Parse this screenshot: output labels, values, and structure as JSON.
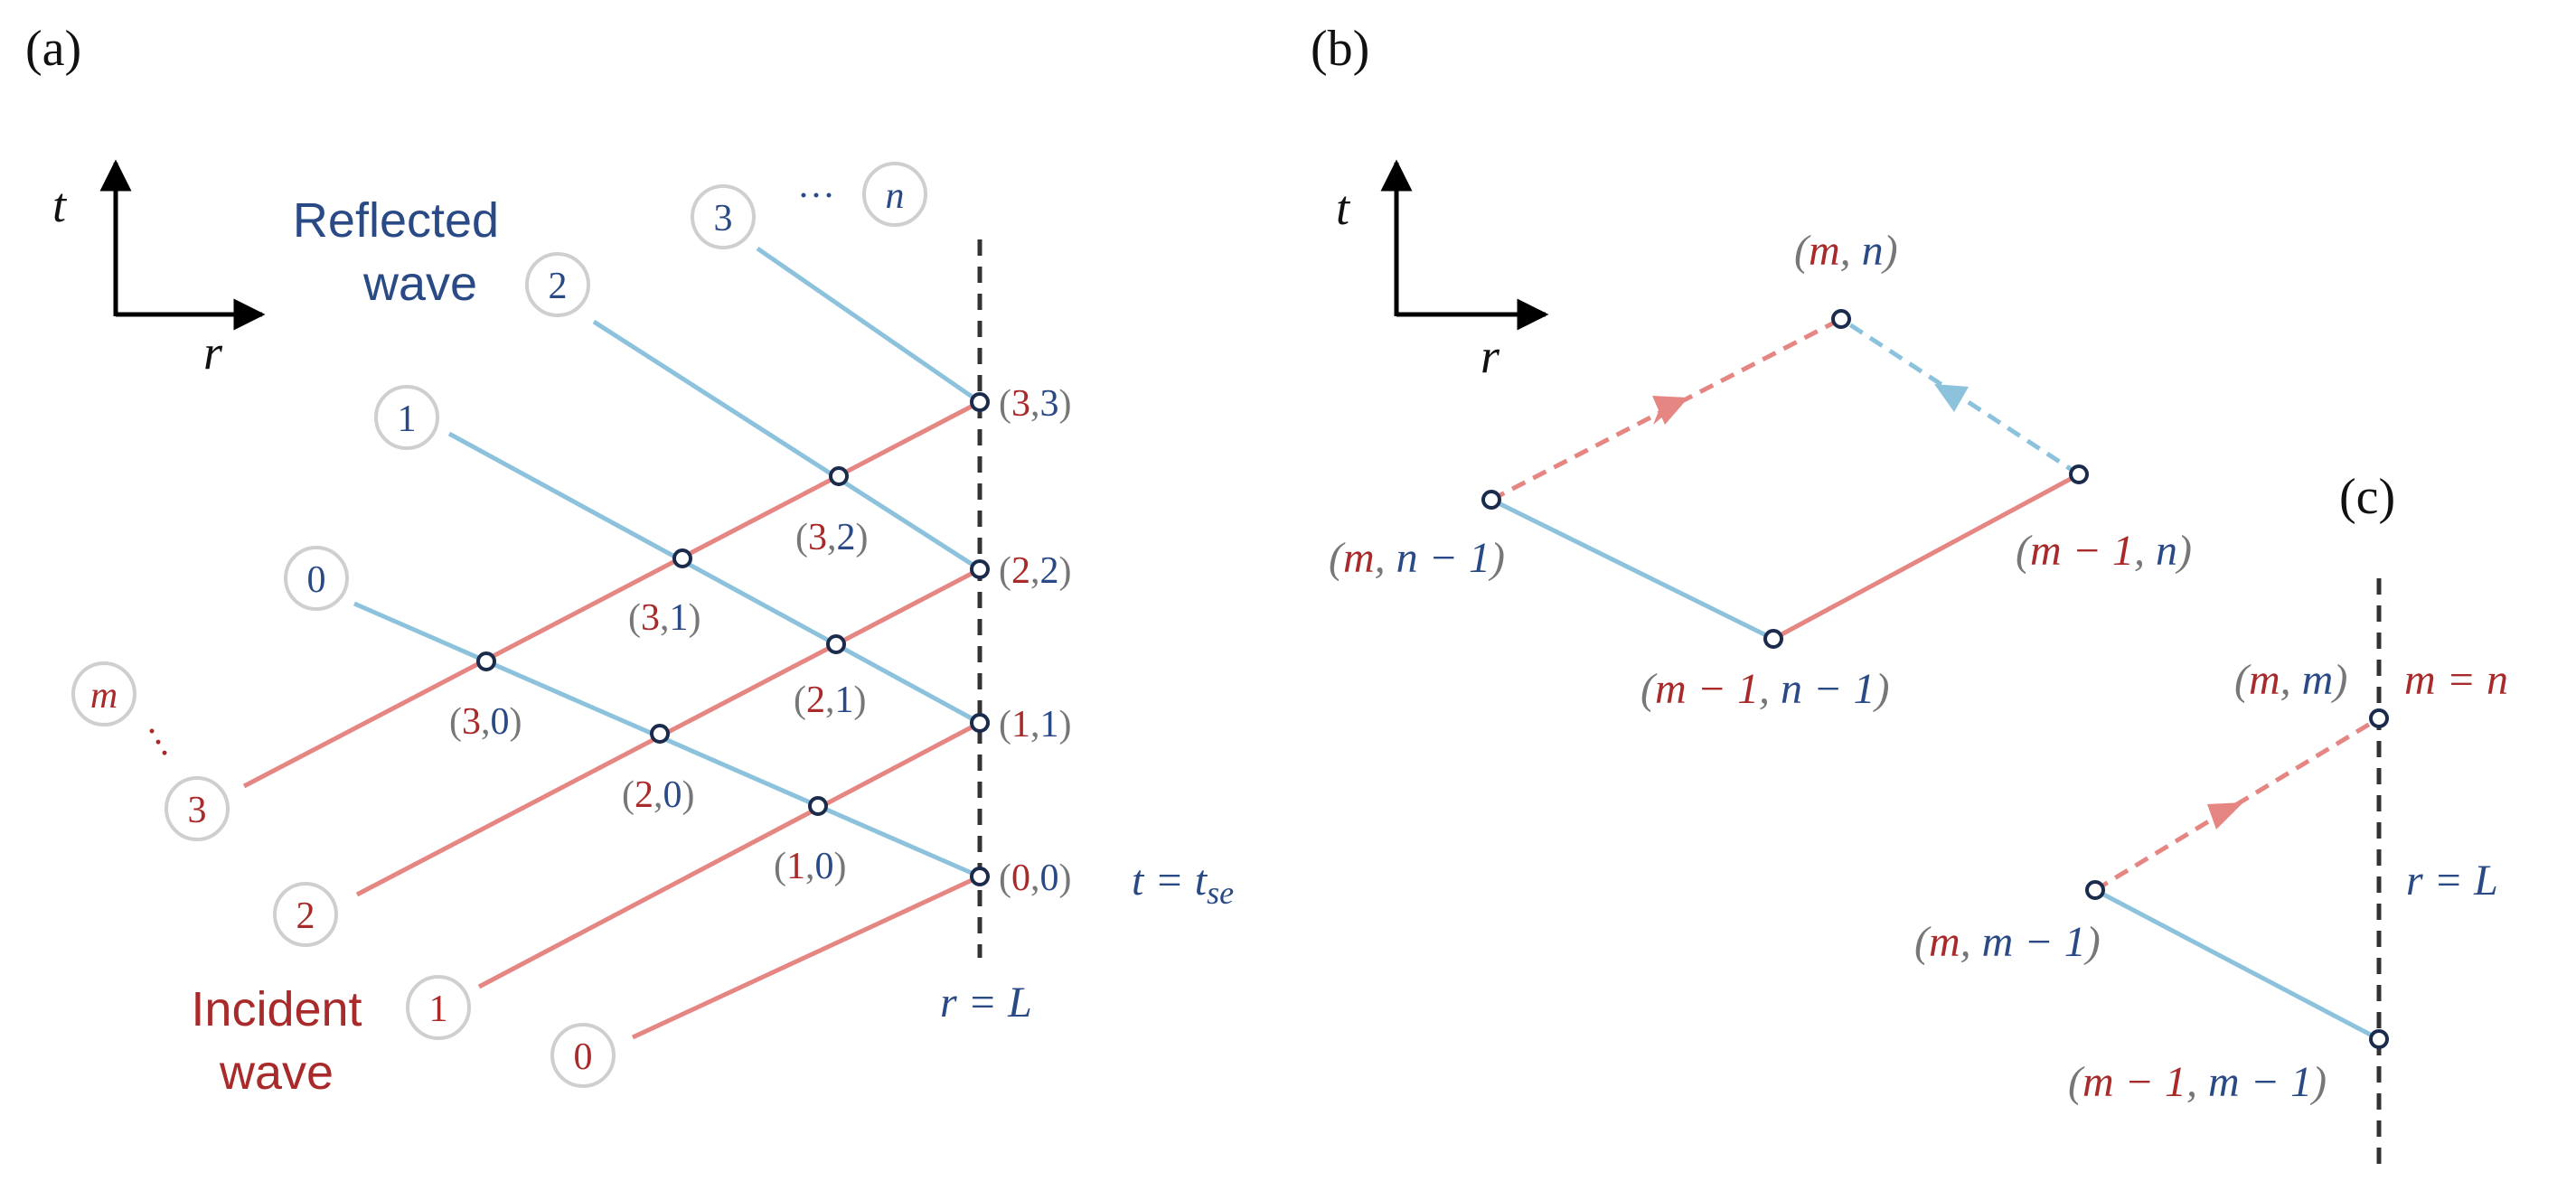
{
  "panels": {
    "a": "(a)",
    "b": "(b)",
    "c": "(c)"
  },
  "axes": {
    "t": "t",
    "r": "r"
  },
  "a": {
    "reflected": [
      "Reflected",
      "wave"
    ],
    "incident": [
      "Incident",
      "wave"
    ],
    "reflected_bubbles": [
      "0",
      "1",
      "2",
      "3",
      "n"
    ],
    "incident_bubbles": [
      "0",
      "1",
      "2",
      "3",
      "m"
    ],
    "ellipsis": "···",
    "nodes": [
      {
        "m": "0",
        "n": "0"
      },
      {
        "m": "1",
        "n": "1"
      },
      {
        "m": "2",
        "n": "2"
      },
      {
        "m": "3",
        "n": "3"
      },
      {
        "m": "1",
        "n": "0"
      },
      {
        "m": "2",
        "n": "0"
      },
      {
        "m": "3",
        "n": "0"
      },
      {
        "m": "2",
        "n": "1"
      },
      {
        "m": "3",
        "n": "1"
      },
      {
        "m": "3",
        "n": "2"
      }
    ],
    "time_label": {
      "lhs": "t = t",
      "sub": "se"
    },
    "boundary_label": "r = L"
  },
  "b": {
    "top": {
      "m": "m",
      "n": "n"
    },
    "left": {
      "m": "m",
      "n": "n − 1"
    },
    "right": {
      "m": "m − 1",
      "n": "n"
    },
    "bottom": {
      "m": "m − 1",
      "n": "n − 1"
    }
  },
  "c": {
    "top": {
      "m": "m",
      "n": "m"
    },
    "middle": {
      "m": "m",
      "n": "m − 1"
    },
    "bottom": {
      "m": "m − 1",
      "n": "m − 1"
    },
    "condition": "m = n",
    "boundary_label": "r = L"
  }
}
